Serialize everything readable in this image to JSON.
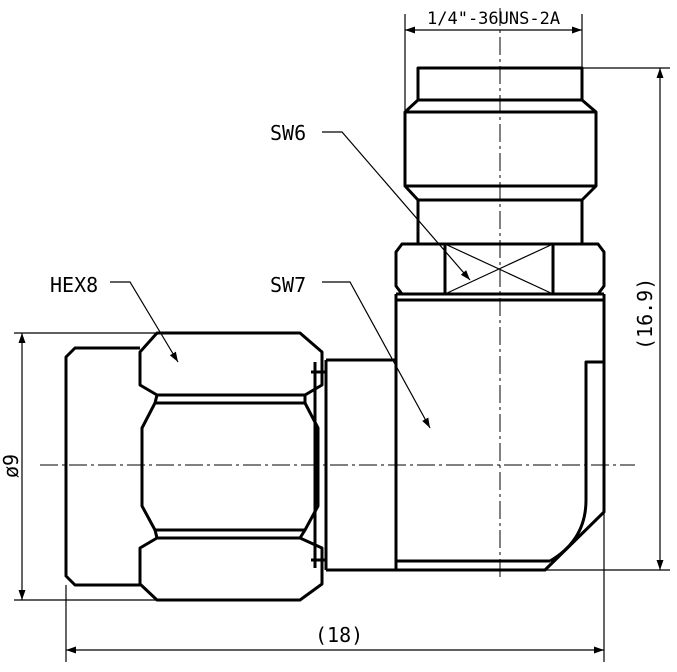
{
  "drawing": {
    "labels": {
      "thread": "1/4\"-36UNS-2A",
      "sw6": "SW6",
      "sw7": "SW7",
      "hex8": "HEX8",
      "dia": "ø9",
      "height": "(16.9)",
      "length": "(18)"
    }
  }
}
